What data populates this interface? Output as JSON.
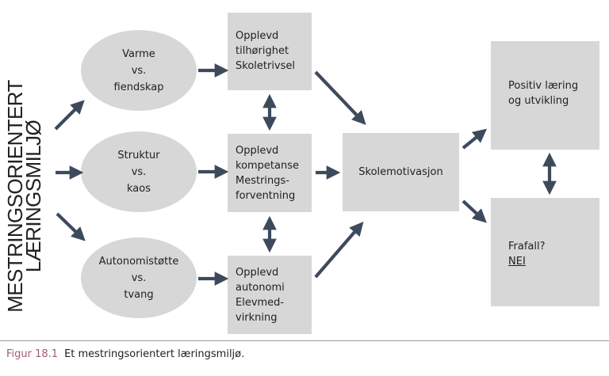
{
  "side_label": {
    "line1": "MESTRINGSORIENTERT",
    "line2": "LÆRINGSMILJØ"
  },
  "ellipses": {
    "warmth": {
      "line1": "Varme",
      "line2": "vs.",
      "line3": "fiendskap"
    },
    "structure": {
      "line1": "Struktur",
      "line2": "vs.",
      "line3": "kaos"
    },
    "autonomy": {
      "line1": "Autonomistøtte",
      "line2": "vs.",
      "line3": "tvang"
    }
  },
  "boxes": {
    "belonging": {
      "line1": "Opplevd",
      "line2": "tilhørighet",
      "line3": "Skoletrivsel"
    },
    "competence": {
      "line1": "Opplevd",
      "line2": "kompetanse",
      "line3": "Mestrings-",
      "line4": "forventning"
    },
    "autonomy": {
      "line1": "Opplevd",
      "line2": "autonomi",
      "line3": "Elevmed-",
      "line4": "virkning"
    },
    "motivation": {
      "label": "Skolemotivasjon"
    },
    "positive": {
      "line1": "Positiv læring",
      "line2": "og utvikling"
    },
    "dropout": {
      "line1": "Frafall?",
      "line2": "NEI"
    }
  },
  "caption": {
    "figure": "Figur 18.1",
    "text": "Et mestringsorientert læringsmiljø."
  },
  "colors": {
    "shape_fill": "#d7d7d7",
    "arrow": "#3d4a5c",
    "caption_accent": "#a35b6d"
  }
}
